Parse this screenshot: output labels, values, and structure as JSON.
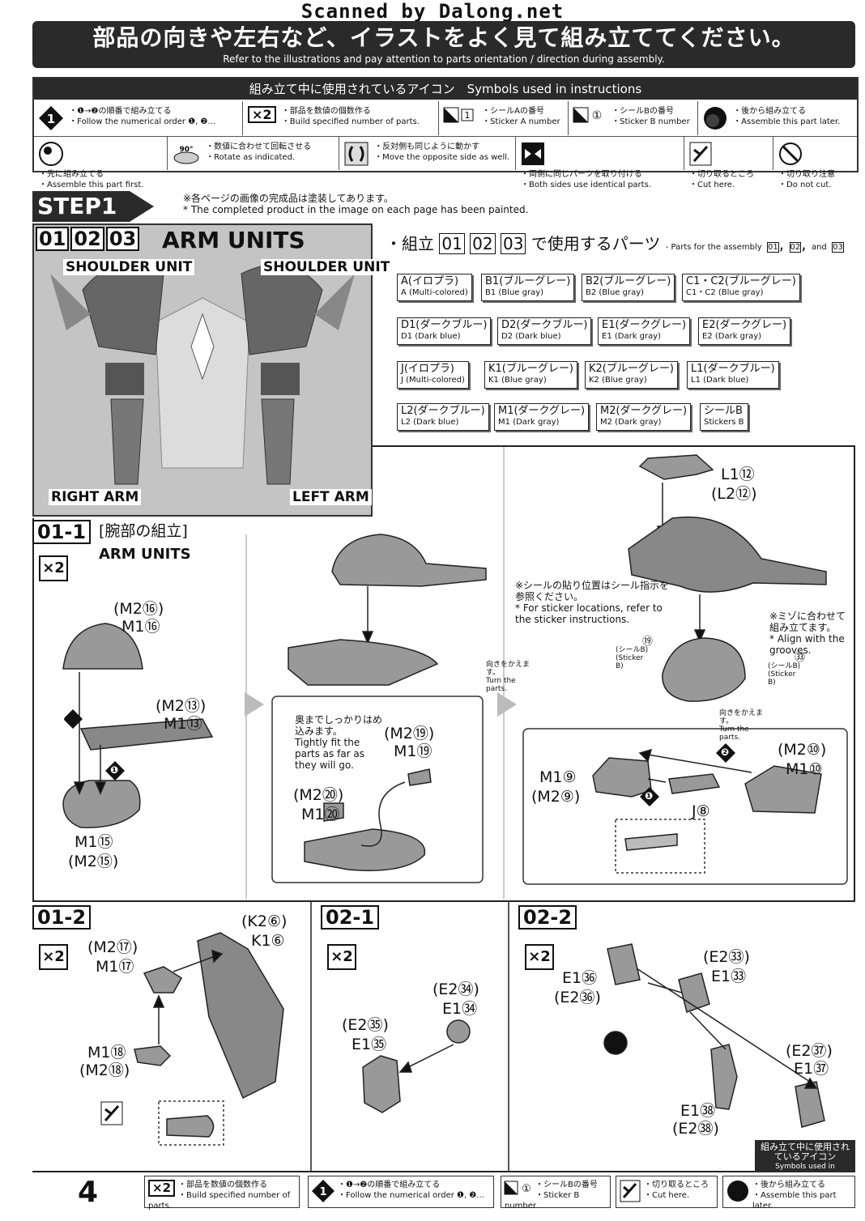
{
  "scanned": "Scanned by Dalong.net",
  "banner": {
    "jp": "部品の向きや左右など、イラストをよく見て組み立ててください。",
    "en": "Refer to the illustrations and pay attention to parts orientation / direction during assembly."
  },
  "icons_header": "組み立て中に使用されているアイコン　Symbols used in instructions",
  "icons": [
    {
      "name": "order-icon",
      "jp": "・❶→❷の順番で組み立てる",
      "en": "・Follow the numerical order ❶, ❷..."
    },
    {
      "name": "x2-icon",
      "jp": "・部品を数値の個数作る",
      "en": "・Build specified number of parts."
    },
    {
      "name": "sticker-a-icon",
      "jp": "・シールAの番号",
      "en": "・Sticker A number"
    },
    {
      "name": "sticker-b-icon",
      "jp": "・シールBの番号",
      "en": "・Sticker B number"
    },
    {
      "name": "later-icon",
      "jp": "・後から組み立てる",
      "en": "・Assemble this part later."
    },
    {
      "name": "first-icon",
      "jp": "・先に組み立てる",
      "en": "・Assemble this part first."
    },
    {
      "name": "rotate-icon",
      "jp": "・数値に合わせて回転させる",
      "en": "・Rotate as indicated."
    },
    {
      "name": "opposite-icon",
      "jp": "・反対側も同じように動かす",
      "en": "・Move the opposite side as well."
    },
    {
      "name": "both-sides-icon",
      "jp": "・両側に同じパーツを取り付ける",
      "en": "・Both sides use identical parts."
    },
    {
      "name": "cut-icon",
      "jp": "・切り取るところ",
      "en": "・Cut here."
    },
    {
      "name": "do-not-cut-icon",
      "jp": "・切り取り注意",
      "en": "・Do not cut."
    }
  ],
  "icon_glyphs": {
    "order": "1",
    "x2": "×2",
    "rotate": "90°",
    "sticker_a": "1",
    "sticker_b": "①"
  },
  "step": {
    "tab": "STEP1",
    "note_jp": "※各ページの画像の完成品は塗装してあります。",
    "note_en": "* The completed product in the image on each page has been painted.",
    "numbers": [
      "01",
      "02",
      "03"
    ],
    "title": "ARM UNITS",
    "photo_labels": {
      "shoulder_left": "SHOULDER UNIT",
      "shoulder_right": "SHOULDER UNIT",
      "right_arm": "RIGHT ARM",
      "left_arm": "LEFT ARM"
    }
  },
  "parts_used": {
    "jp_prefix": "・組立",
    "jp_suffix": "で使用するパーツ",
    "en_prefix": "- Parts for the assembly",
    "nums": [
      "01",
      "02",
      "03"
    ],
    "and": "and",
    "chips": [
      {
        "jp": "A(イロプラ)",
        "en": "A (Multi-colored)"
      },
      {
        "jp": "B1(ブルーグレー)",
        "en": "B1 (Blue gray)"
      },
      {
        "jp": "B2(ブルーグレー)",
        "en": "B2 (Blue gray)"
      },
      {
        "jp": "C1・C2(ブルーグレー)",
        "en": "C1・C2 (Blue gray)"
      },
      {
        "jp": "D1(ダークブルー)",
        "en": "D1 (Dark blue)"
      },
      {
        "jp": "D2(ダークブルー)",
        "en": "D2 (Dark blue)"
      },
      {
        "jp": "E1(ダークグレー)",
        "en": "E1 (Dark gray)"
      },
      {
        "jp": "E2(ダークグレー)",
        "en": "E2 (Dark gray)"
      },
      {
        "jp": "J(イロプラ)",
        "en": "J (Multi-colored)"
      },
      {
        "jp": "K1(ブルーグレー)",
        "en": "K1 (Blue gray)"
      },
      {
        "jp": "K2(ブルーグレー)",
        "en": "K2 (Blue gray)"
      },
      {
        "jp": "L1(ダークブルー)",
        "en": "L1 (Dark blue)"
      },
      {
        "jp": "L2(ダークブルー)",
        "en": "L2 (Dark blue)"
      },
      {
        "jp": "M1(ダークグレー)",
        "en": "M1 (Dark gray)"
      },
      {
        "jp": "M2(ダークグレー)",
        "en": "M2 (Dark gray)"
      },
      {
        "jp": "シールB",
        "en": "Stickers B"
      }
    ]
  },
  "s01_1": {
    "tab": "01-1",
    "jp": "[腕部の組立]",
    "en": "ARM UNITS",
    "x2": "×2",
    "labels": {
      "a1": "(M2⑯)",
      "a2": "M1⑯",
      "b1": "(M2⑬)",
      "b2": "M1⑬",
      "c1": "M1⑮",
      "c2": "(M2⑮)",
      "d1": "(M2⑲)",
      "d2": "M1⑲",
      "e1": "(M2⑳)",
      "e2": "M1⑳",
      "f1": "L1⑫",
      "f2": "(L2⑫)",
      "g1": "(M2⑩)",
      "g2": "M1⑩",
      "h1": "M1⑨",
      "h2": "(M2⑨)",
      "j": "J⑧"
    },
    "step_nums": [
      "❶",
      "❷"
    ],
    "fit_note": {
      "jp": "奥までしっかりはめ込みます。",
      "en": "Tightly fit the parts as far as they will go."
    },
    "sticker_note": {
      "jp": "※シールの貼り位置はシール指示を参照ください。",
      "en": "* For sticker locations, refer to the sticker instructions."
    },
    "groove_note": {
      "jp": "※ミゾに合わせて組み立てます。",
      "en": "* Align with the grooves."
    },
    "turn1": {
      "jp": "向きをかえます。",
      "en": "Turn the parts."
    },
    "turn2": {
      "jp": "向きをかえます。",
      "en": "Turn the parts."
    },
    "sticker19": {
      "num": "⑲",
      "jp": "(シールB)",
      "en": "(Sticker B)"
    },
    "sticker33": {
      "num": "㉝",
      "jp": "(シールB)",
      "en": "(Sticker B)"
    }
  },
  "s01_2": {
    "tab": "01-2",
    "x2": "×2",
    "labels": {
      "a1": "(K2⑥)",
      "a2": "K1⑥",
      "b1": "(M2⑰)",
      "b2": "M1⑰",
      "c1": "M1⑱",
      "c2": "(M2⑱)"
    }
  },
  "s02_1": {
    "tab": "02-1",
    "x2": "×2",
    "labels": {
      "a1": "(E2㉞)",
      "a2": "E1㉞",
      "b1": "(E2㉟)",
      "b2": "E1㉟"
    }
  },
  "s02_2": {
    "tab": "02-2",
    "x2": "×2",
    "labels": {
      "a1": "E1㊱",
      "a2": "(E2㊱)",
      "b1": "(E2㉝)",
      "b2": "E1㉝",
      "c1": "(E2㊲)",
      "c2": "E1㊲",
      "d1": "E1㊳",
      "d2": "(E2㊳)"
    }
  },
  "footer": {
    "page": "4",
    "cells": [
      {
        "jp": "・部品を数値の個数作る",
        "en": "・Build specified number of parts."
      },
      {
        "jp": "・❶→❷の順番で組み立てる",
        "en": "・Follow the numerical order ❶, ❷..."
      },
      {
        "jp": "・シールBの番号",
        "en": "・Sticker B number"
      },
      {
        "jp": "・切り取るところ",
        "en": "・Cut here."
      },
      {
        "jp": "・後から組み立てる",
        "en": "・Assemble this part later."
      }
    ],
    "corner_jp": "組み立て中に使用されているアイコン",
    "corner_en": "Symbols used in instructions"
  }
}
